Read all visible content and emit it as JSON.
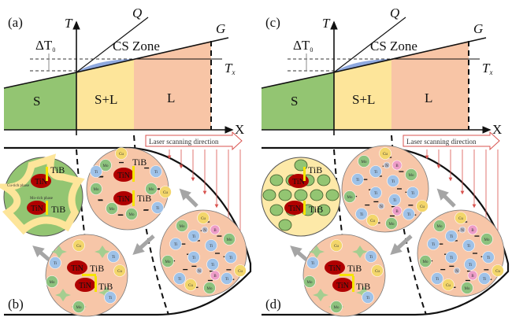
{
  "panels": [
    {
      "top_label": "(a)",
      "bottom_label": "(b)",
      "variant": "b"
    },
    {
      "top_label": "(c)",
      "bottom_label": "(d)",
      "variant": "d"
    }
  ],
  "axis": {
    "t": "T",
    "x": "X",
    "q": "Q",
    "g": "G",
    "tx": "T",
    "tx_sub": "x",
    "dt": "ΔT",
    "dt_sub": "0"
  },
  "zones": {
    "cs": "CS Zone",
    "s": "S",
    "sl": "S+L",
    "l": "L"
  },
  "laser": "Laser scanning direction",
  "phases": {
    "cu": "Cu-rich phase",
    "mo": "Mo-rich phase"
  },
  "compounds": {
    "tin": "TiN",
    "tib": "TiB"
  },
  "atoms": {
    "Ti": "Ti",
    "Mo": "Mo",
    "Cu": "Cu",
    "B": "B",
    "N": "N"
  },
  "colors": {
    "s": "#93c572",
    "sl": "#fde59a",
    "l": "#f8c5a6",
    "cs": "#8fa9df",
    "pool": "#f7c6a8",
    "tin": "#b00000",
    "tib": "#f5e400",
    "ti": "#9fc2e8",
    "mo": "#8cc27e",
    "cu": "#f3d66b",
    "b": "#ee9dc8",
    "n": "#b8b8c4",
    "arrow": "#a5a5a5",
    "laser": "#d9534f"
  }
}
